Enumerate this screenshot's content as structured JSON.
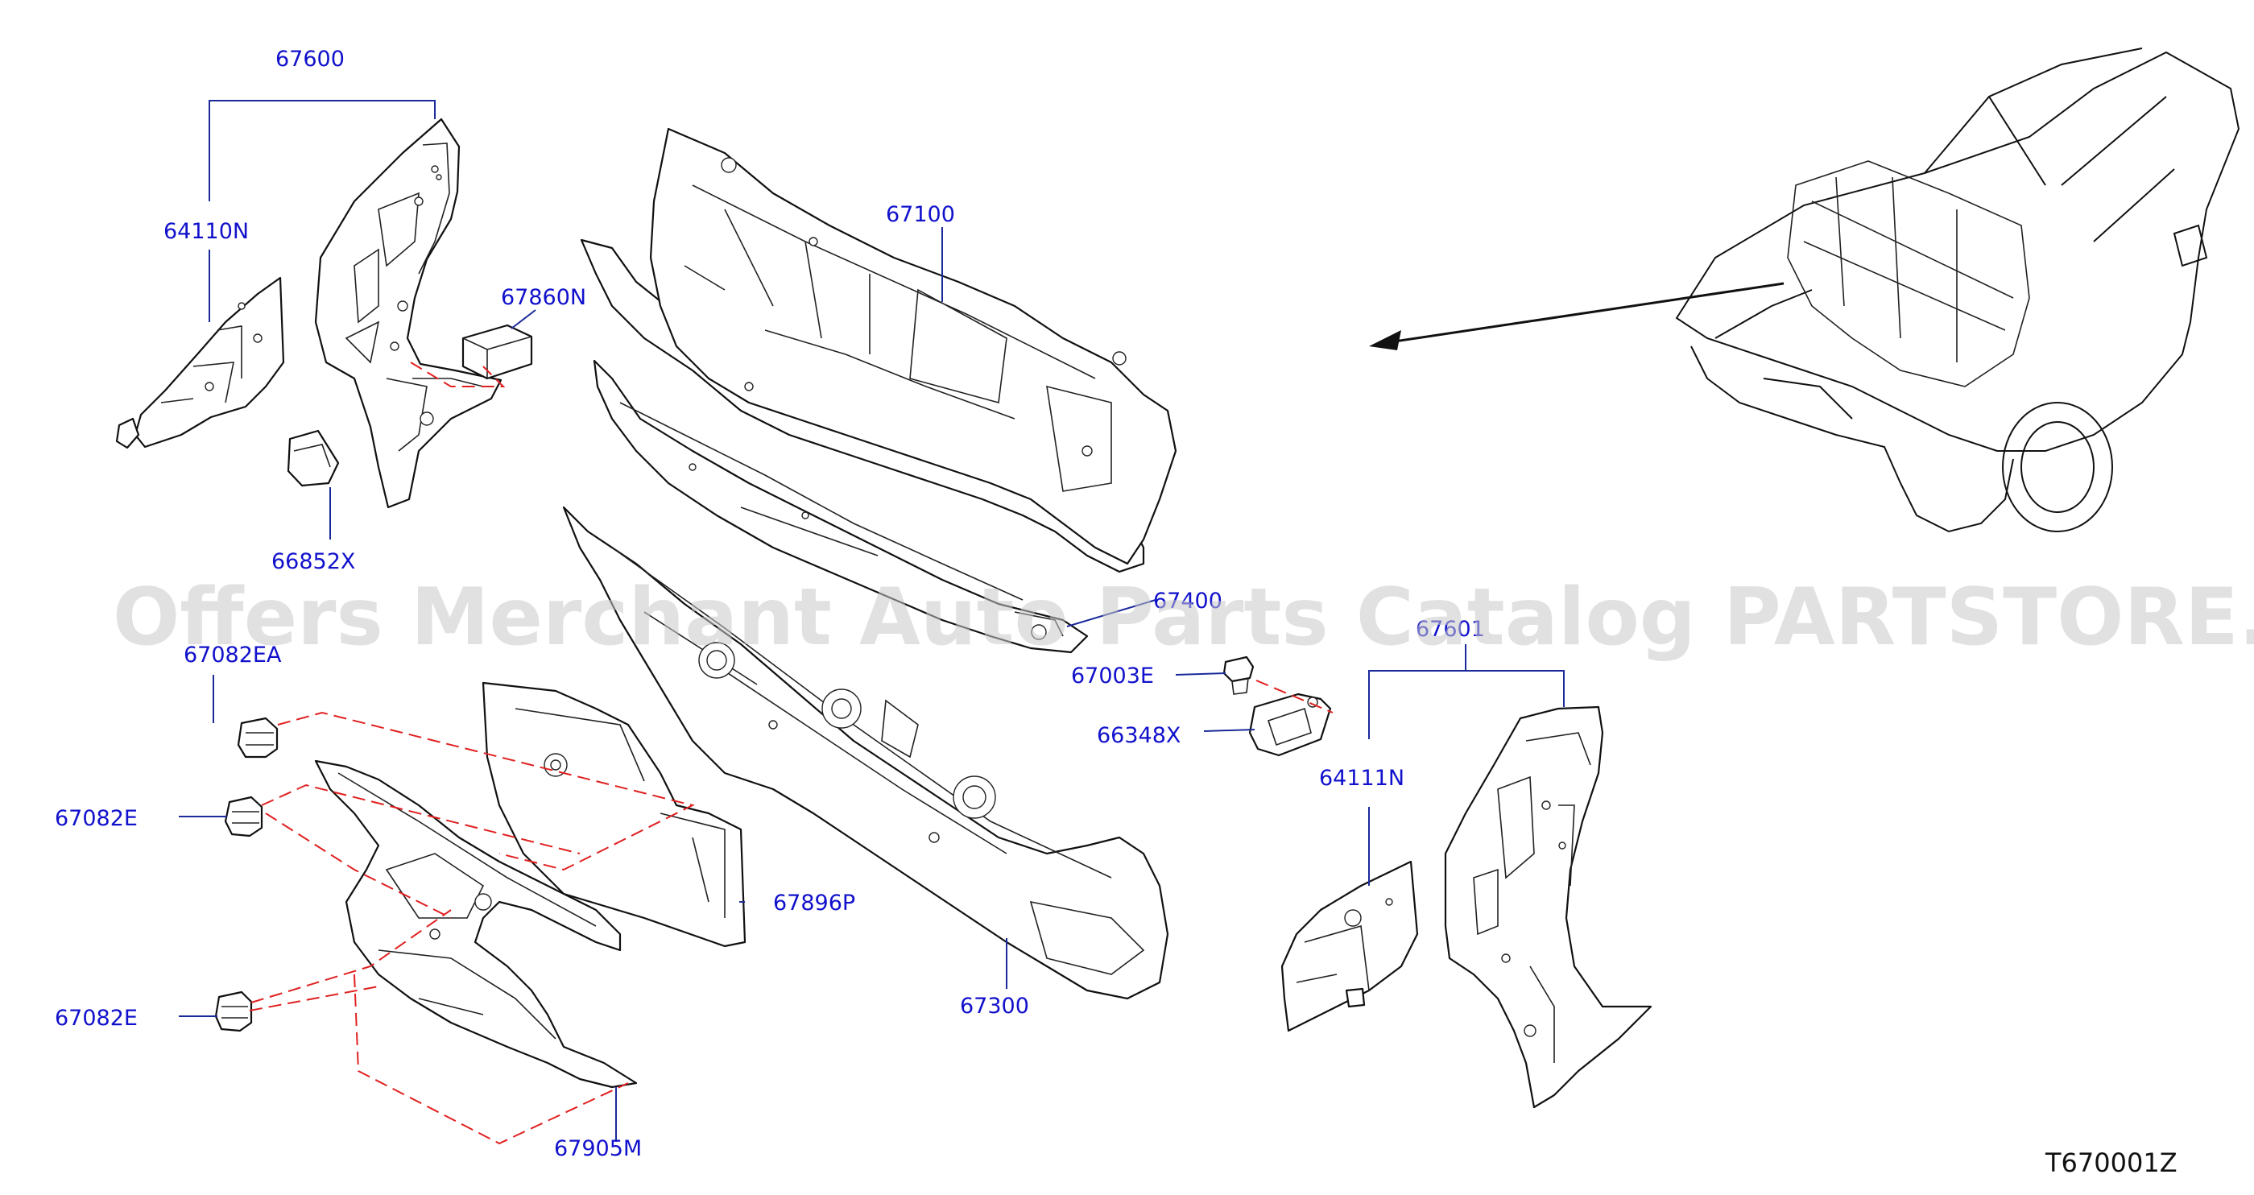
{
  "watermark": "Offers Merchant Auto Parts Catalog PARTSTORE.SA",
  "diagram_code": "T670001Z",
  "callouts": {
    "p67600": "67600",
    "p64110N": "64110N",
    "p67860N": "67860N",
    "p66852X": "66852X",
    "p67100": "67100",
    "p67400": "67400",
    "p67003E": "67003E",
    "p66348X": "66348X",
    "p67601": "67601",
    "p64111N": "64111N",
    "p67082EA": "67082EA",
    "p67082E_top": "67082E",
    "p67082E_bottom": "67082E",
    "p67896P": "67896P",
    "p67300": "67300",
    "p67905M": "67905M"
  }
}
